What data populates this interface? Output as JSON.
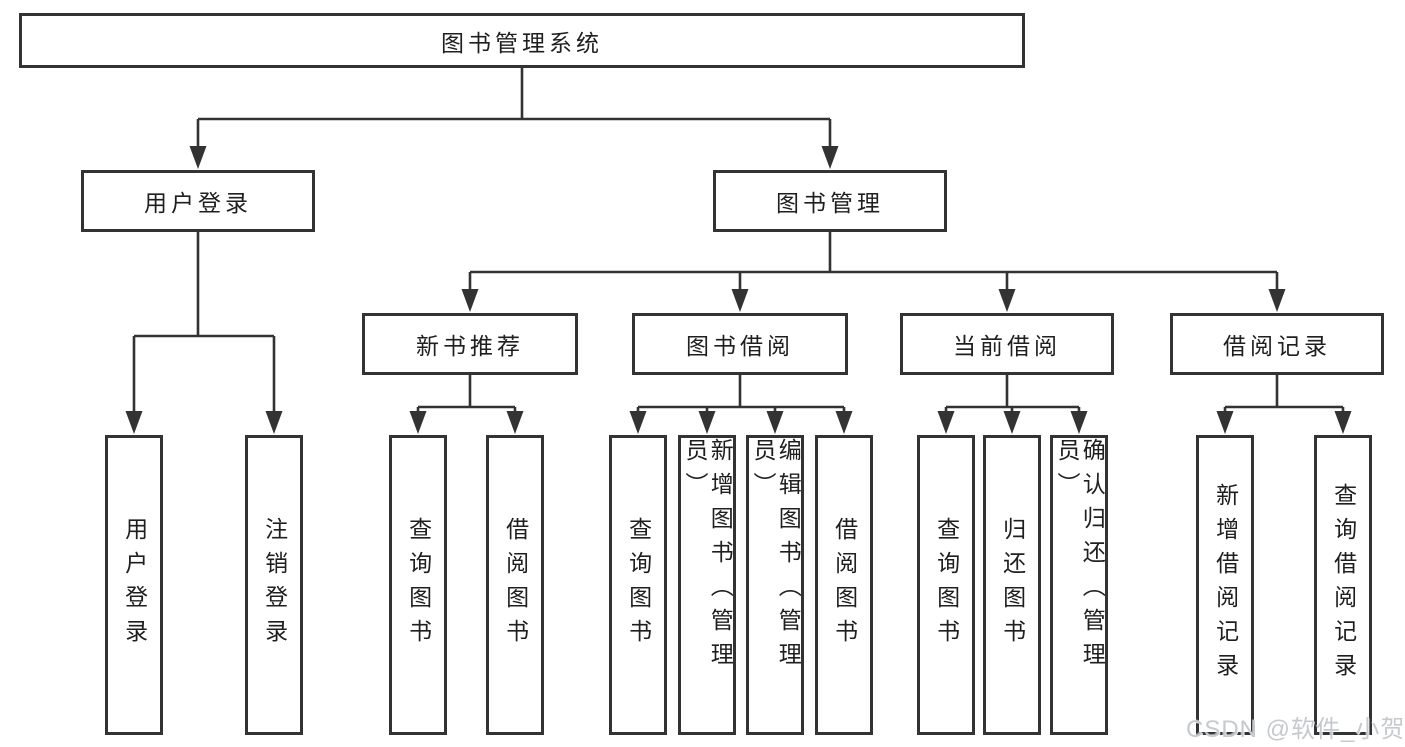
{
  "tree": {
    "label": "图书管理系统",
    "children": [
      {
        "label": "用户登录",
        "children": [
          {
            "label": "用户登录"
          },
          {
            "label": "注销登录"
          }
        ]
      },
      {
        "label": "图书管理",
        "children": [
          {
            "label": "新书推荐",
            "children": [
              {
                "label": "查询图书"
              },
              {
                "label": "借阅图书"
              }
            ]
          },
          {
            "label": "图书借阅",
            "children": [
              {
                "label": "查询图书"
              },
              {
                "label": "新增图书（管理员）"
              },
              {
                "label": "编辑图书（管理员）"
              },
              {
                "label": "借阅图书"
              }
            ]
          },
          {
            "label": "当前借阅",
            "children": [
              {
                "label": "查询图书"
              },
              {
                "label": "归还图书"
              },
              {
                "label": "确认归还（管理员）"
              }
            ]
          },
          {
            "label": "借阅记录",
            "children": [
              {
                "label": "新增借阅记录"
              },
              {
                "label": "查询借阅记录"
              }
            ]
          }
        ]
      }
    ]
  },
  "watermark": {
    "text": "CSDN @软件_小贺同学"
  },
  "colors": {
    "line": "#333333",
    "text": "#1f1f1f",
    "background": "#ffffff",
    "watermark": "#c6c9cd"
  }
}
